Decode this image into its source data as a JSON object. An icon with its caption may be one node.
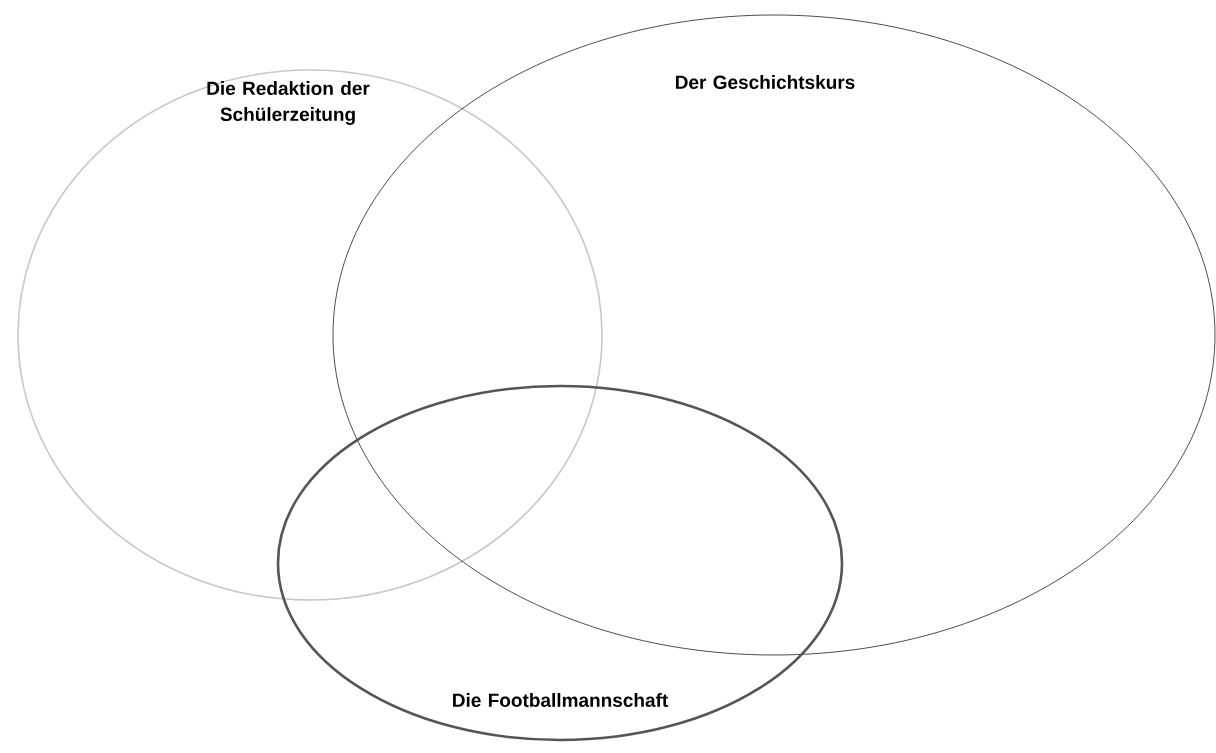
{
  "diagram": {
    "nodes": [
      {
        "text": [
          "Die Redaktion der Schülerzeitung"
        ]
      },
      {
        "text": [
          "Der Geschichtskurs"
        ]
      },
      {
        "text": [
          "Die Footballmannschaft"
        ]
      }
    ]
  }
}
